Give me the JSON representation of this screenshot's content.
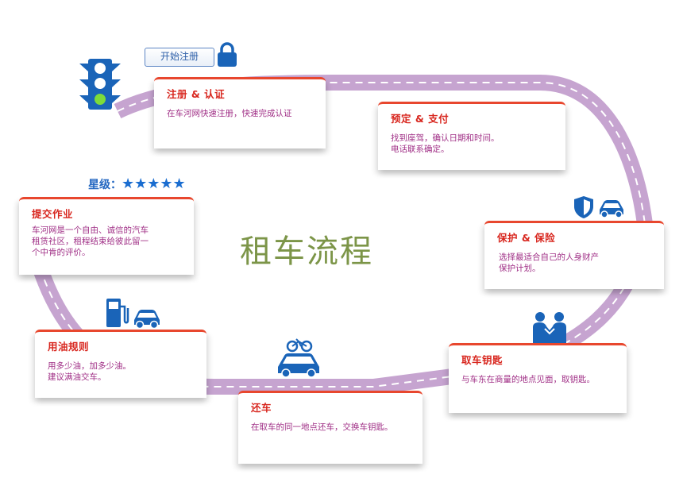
{
  "title": "租车流程",
  "start_button": "开始注册",
  "rating": {
    "label": "星级：",
    "stars": "★★★★★",
    "value": 5
  },
  "steps": [
    {
      "title": "注册 & 认证",
      "desc": "在车河网快速注册，快速完成认证"
    },
    {
      "title": "预定 & 支付",
      "desc": "找到座驾，确认日期和时间。\n电话联系确定。"
    },
    {
      "title": "保护 & 保险",
      "desc": "选择最适合自己的人身财产\n保护计划。"
    },
    {
      "title": "取车钥匙",
      "desc": "与车东在商量的地点见面，取钥匙。"
    },
    {
      "title": "还车",
      "desc": "在取车的同一地点还车，交换车钥匙。"
    },
    {
      "title": "用油规则",
      "desc": "用多少油，加多少油。\n建议满油交车。"
    },
    {
      "title": "提交作业",
      "desc": "车河网是一个自由、诚信的汽车\n租赁社区，租程结束给彼此留一\n个中肯的评价。"
    }
  ],
  "colors": {
    "road": "#c6a4d0",
    "card_border": "#e8472e",
    "title_red": "#d8261e",
    "desc_purple": "#a02f86",
    "center_title": "#7c9548",
    "icon_blue": "#1a64b8"
  },
  "icons": [
    "traffic-light-icon",
    "lock-icon",
    "shield-icon",
    "car-icon",
    "handshake-icon",
    "fuel-pump-icon",
    "car-with-bike-icon",
    "star-icon"
  ]
}
